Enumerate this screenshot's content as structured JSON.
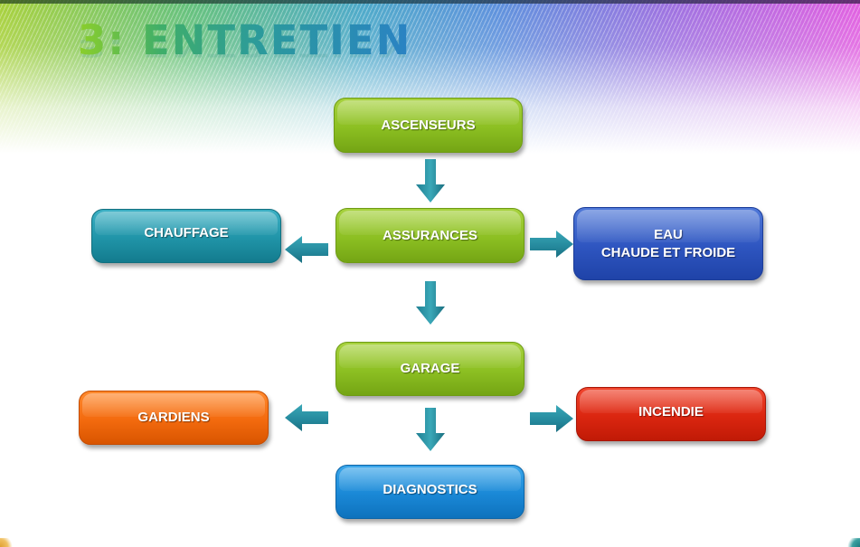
{
  "header": {
    "title": "3: ENTRETIEN"
  },
  "nodes": {
    "ascenseurs": {
      "label": "ASCENSEURS",
      "color": "#8cbf22"
    },
    "assurances": {
      "label": "ASSURANCES",
      "color": "#8cbf22"
    },
    "chauffage": {
      "label": "CHAUFFAGE",
      "color": "#2094a8"
    },
    "eau": {
      "line1": "EAU",
      "line2": "CHAUDE ET FROIDE",
      "color": "#2e55c0"
    },
    "garage": {
      "label": "GARAGE",
      "color": "#8cbf22"
    },
    "gardiens": {
      "label": "GARDIENS",
      "color": "#f36a0e"
    },
    "incendie": {
      "label": "INCENDIE",
      "color": "#db2610"
    },
    "diagnostics": {
      "label": "DIAGNOSTICS",
      "color": "#1a88d6"
    }
  },
  "arrows": [
    {
      "from": "ascenseurs",
      "to": "assurances",
      "direction": "down"
    },
    {
      "from": "assurances",
      "to": "chauffage",
      "direction": "left"
    },
    {
      "from": "assurances",
      "to": "eau",
      "direction": "right"
    },
    {
      "from": "assurances",
      "to": "garage",
      "direction": "down"
    },
    {
      "from": "garage",
      "to": "gardiens",
      "direction": "left"
    },
    {
      "from": "garage",
      "to": "incendie",
      "direction": "right"
    },
    {
      "from": "garage",
      "to": "diagnostics",
      "direction": "down"
    }
  ],
  "arrow_color": "#24889c"
}
